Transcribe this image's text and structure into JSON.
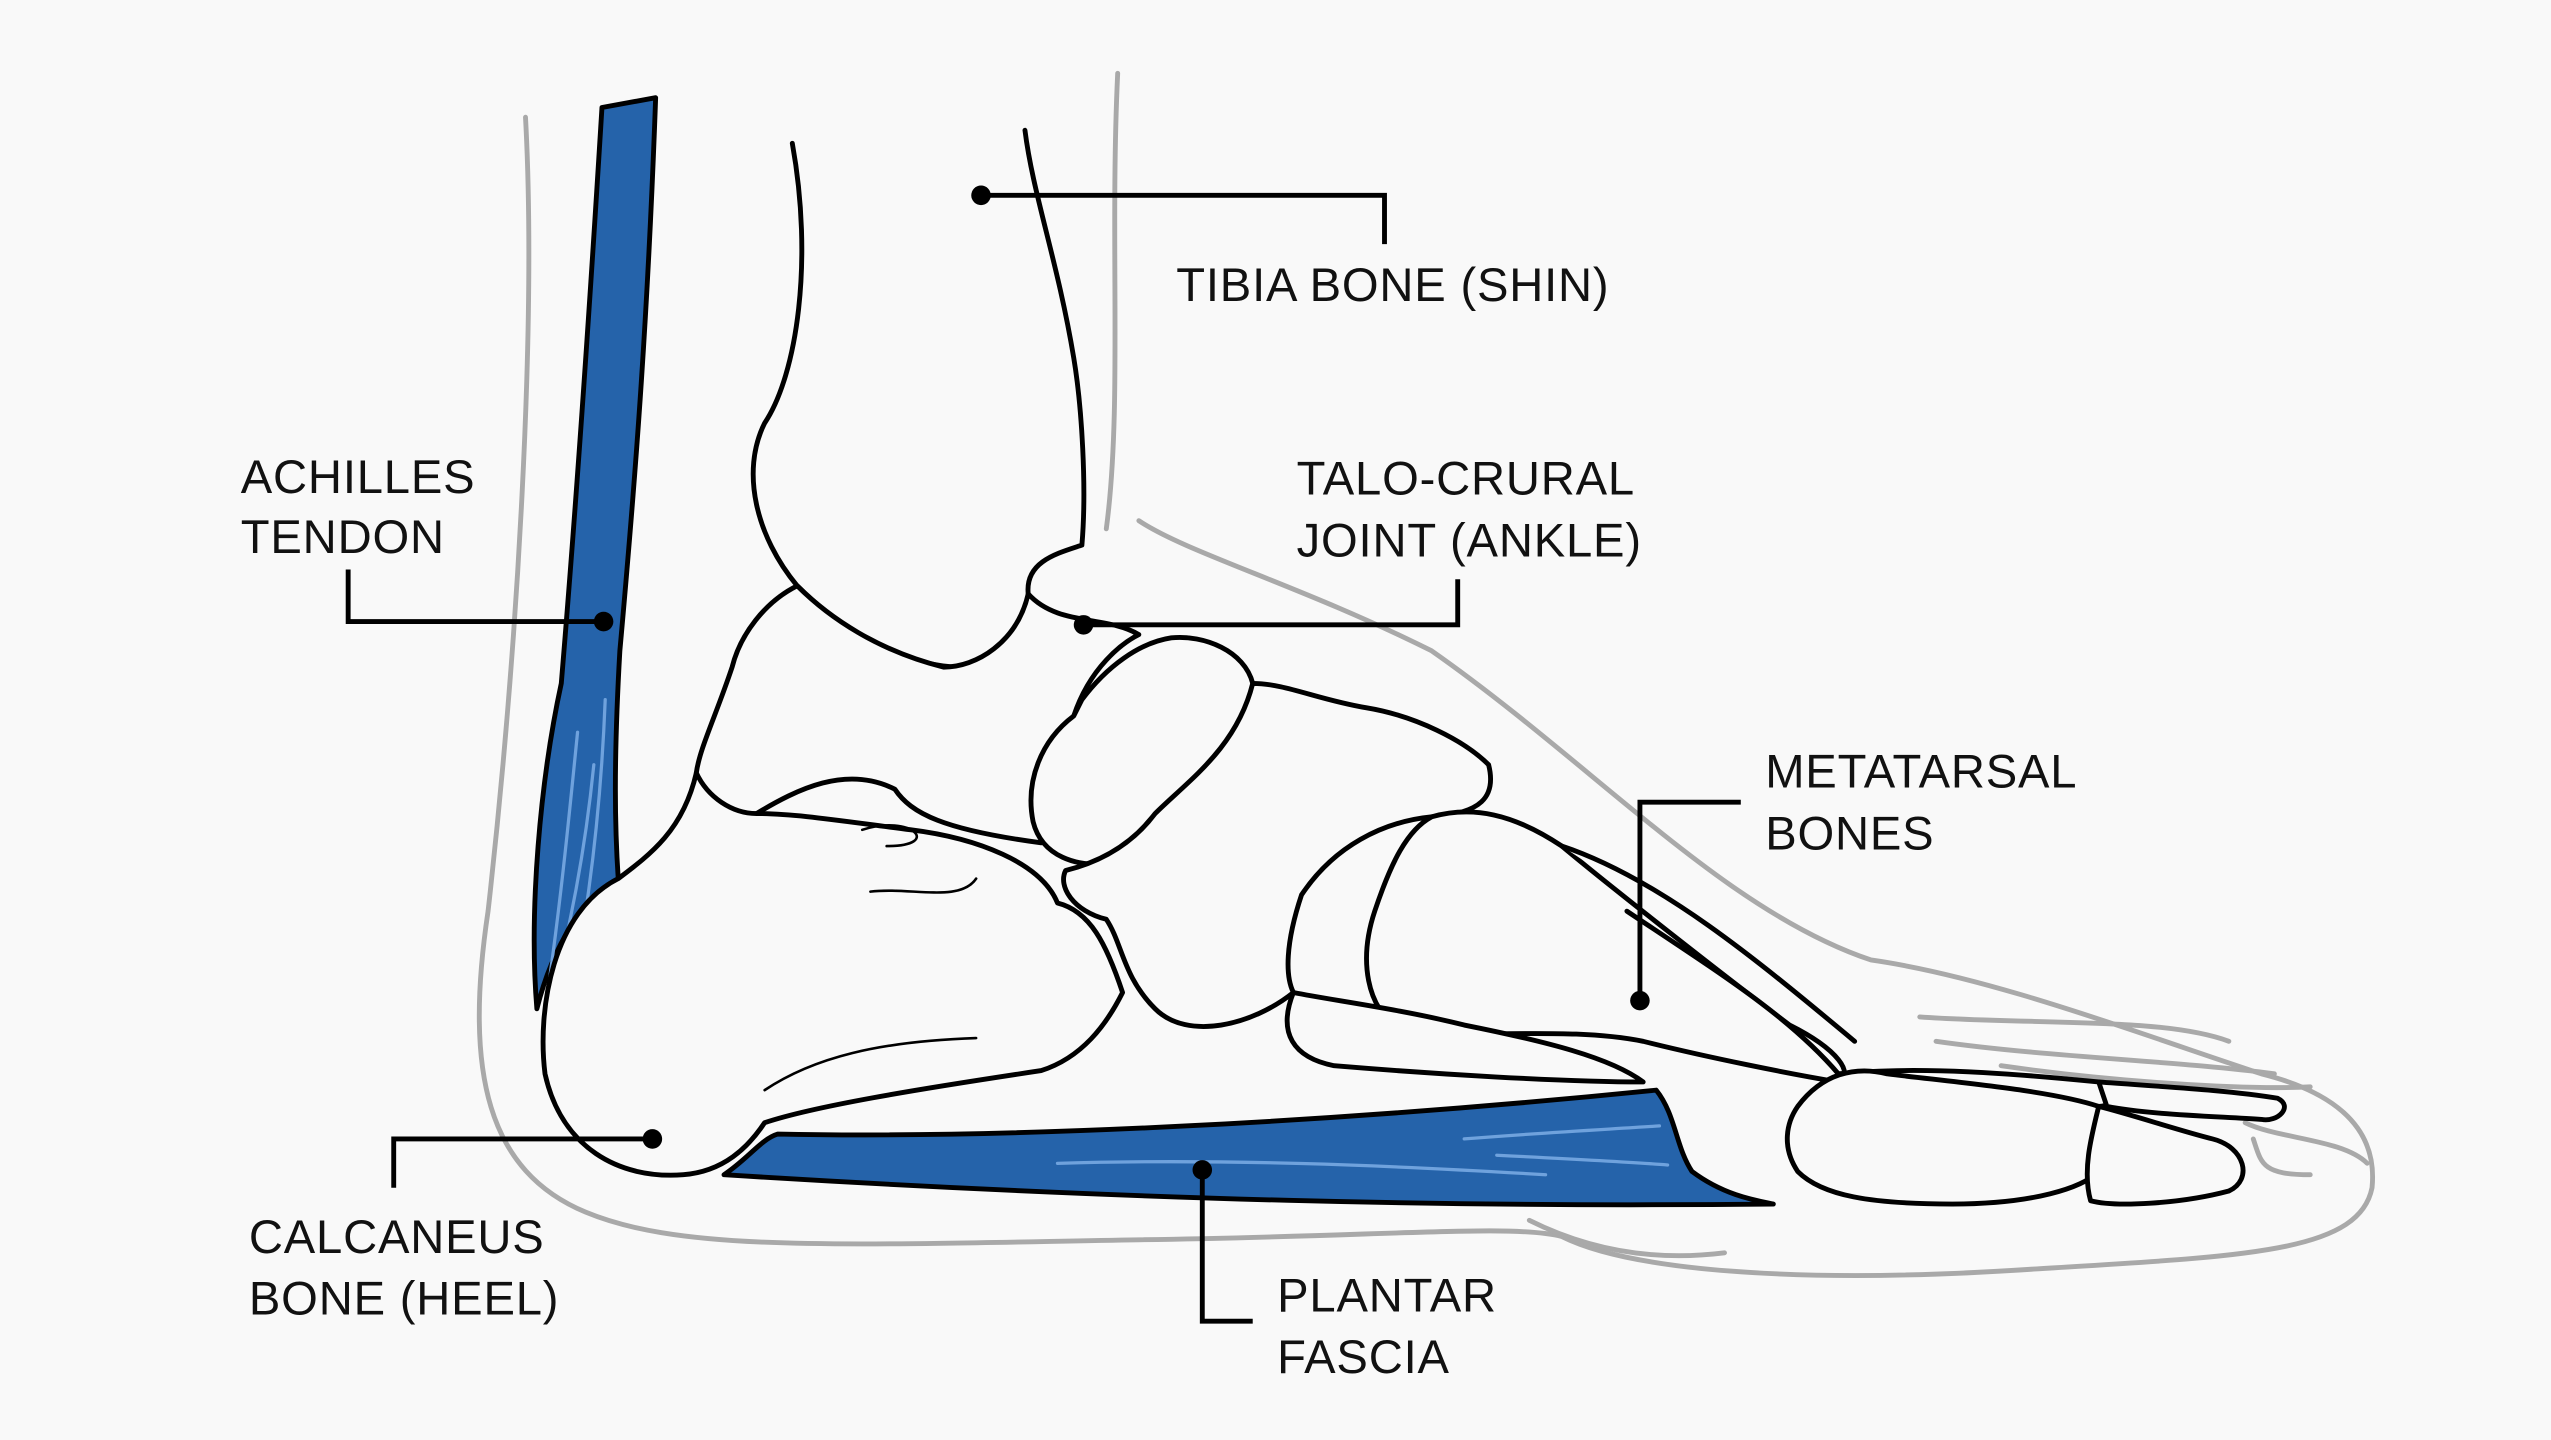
{
  "title": "Foot anatomy diagram",
  "colors": {
    "tendon": "#2563aa",
    "background": "#f9f9f9",
    "skin_outline": "#a9a9a9",
    "bone_outline": "#000000"
  },
  "labels": {
    "tibia": {
      "line1": "TIBIA BONE (SHIN)"
    },
    "talocrural": {
      "line1": "TALO-CRURAL",
      "line2": "JOINT (ANKLE)"
    },
    "achilles": {
      "line1": "ACHILLES",
      "line2": "TENDON"
    },
    "metatarsal": {
      "line1": "METATARSAL",
      "line2": "BONES"
    },
    "calcaneus": {
      "line1": "CALCANEUS",
      "line2": "BONE (HEEL)"
    },
    "plantar": {
      "line1": "PLANTAR",
      "line2": "FASCIA"
    }
  }
}
